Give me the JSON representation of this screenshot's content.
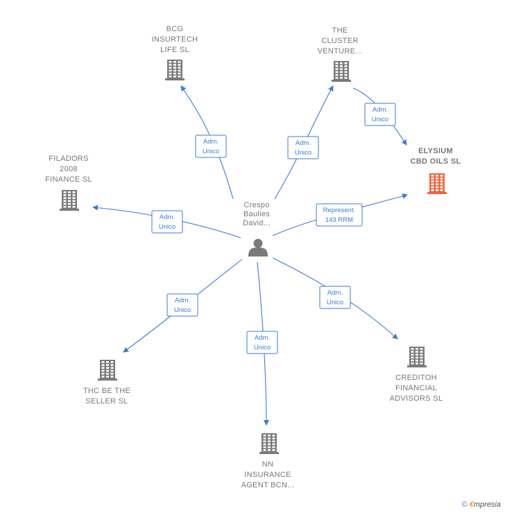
{
  "colors": {
    "edge": "#3a7bd5",
    "building": "#7a7a7a",
    "highlight": "#f0643c",
    "label": "#777777"
  },
  "center": {
    "name_lines": [
      "Crespo",
      "Baulies",
      "David..."
    ],
    "icon": "person-icon"
  },
  "nodes": [
    {
      "id": "bcg",
      "lines": [
        "BCG",
        "INSURTECH",
        "LIFE  SL"
      ],
      "icon": "building-icon",
      "main": false
    },
    {
      "id": "cluster",
      "lines": [
        "THE",
        "CLUSTER",
        "VENTURE..."
      ],
      "icon": "building-icon",
      "main": false
    },
    {
      "id": "elysium",
      "lines": [
        "ELYSIUM",
        "CBD OILS  SL"
      ],
      "icon": "building-icon",
      "main": true
    },
    {
      "id": "filadors",
      "lines": [
        "FILADORS",
        "2008",
        "FINANCE SL"
      ],
      "icon": "building-icon",
      "main": false
    },
    {
      "id": "creditoh",
      "lines": [
        "CREDITOH",
        "FINANCIAL",
        "ADVISORS  SL"
      ],
      "icon": "building-icon",
      "main": false
    },
    {
      "id": "thc",
      "lines": [
        "THC BE THE",
        "SELLER  SL"
      ],
      "icon": "building-icon",
      "main": false
    },
    {
      "id": "nn",
      "lines": [
        "NN",
        "INSURANCE",
        "AGENT BCN..."
      ],
      "icon": "building-icon",
      "main": false
    }
  ],
  "edges": [
    {
      "id": "e-bcg",
      "label": [
        "Adm.",
        "Unico"
      ]
    },
    {
      "id": "e-cluster",
      "label": [
        "Adm.",
        "Unico"
      ]
    },
    {
      "id": "e-cluster-elysium",
      "label": [
        "Adm.",
        "Unico"
      ]
    },
    {
      "id": "e-elysium",
      "label": [
        "Represent.",
        "143 RRM"
      ]
    },
    {
      "id": "e-filadors",
      "label": [
        "Adm.",
        "Unico"
      ]
    },
    {
      "id": "e-creditoh",
      "label": [
        "Adm.",
        "Unico"
      ]
    },
    {
      "id": "e-thc",
      "label": [
        "Adm.",
        "Unico"
      ]
    },
    {
      "id": "e-nn",
      "label": [
        "Adm.",
        "Unico"
      ]
    }
  ],
  "brand": {
    "copyright": "©",
    "e": "€",
    "rest": "mpresia"
  }
}
